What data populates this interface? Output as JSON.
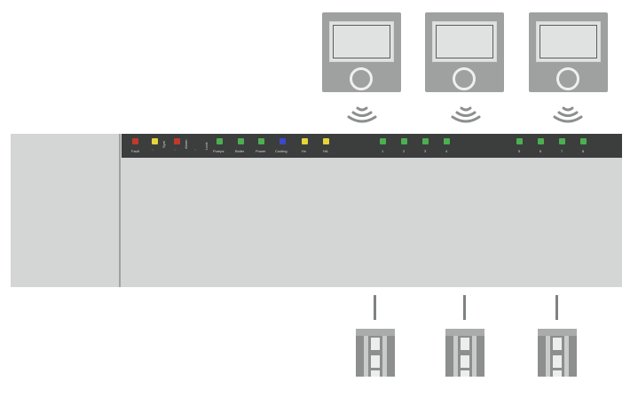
{
  "thermostats": [
    {
      "id": "t1"
    },
    {
      "id": "t2"
    },
    {
      "id": "t3"
    }
  ],
  "controller": {
    "status_leds": [
      {
        "label": "Fault",
        "color": "#c0392b"
      },
      {
        "label": "Syst",
        "color": "#e6d43a"
      },
      {
        "label": "Alarm",
        "color": "#c0392b"
      },
      {
        "label": "Lock",
        "color": "#3b3e3d"
      },
      {
        "label": "Pumps",
        "color": "#4caf50"
      },
      {
        "label": "Boiler",
        "color": "#4caf50"
      },
      {
        "label": "Power",
        "color": "#4caf50"
      },
      {
        "label": "Cooling",
        "color": "#3b49c8"
      },
      {
        "label": "Hx",
        "color": "#e6d43a"
      },
      {
        "label": "HA",
        "color": "#e6d43a"
      }
    ],
    "zone_leds": [
      {
        "label": "1",
        "color": "#4caf50"
      },
      {
        "label": "2",
        "color": "#4caf50"
      },
      {
        "label": "3",
        "color": "#4caf50"
      },
      {
        "label": "4",
        "color": "#4caf50"
      },
      {
        "label": "5",
        "color": "#4caf50"
      },
      {
        "label": "6",
        "color": "#4caf50"
      },
      {
        "label": "7",
        "color": "#4caf50"
      },
      {
        "label": "8",
        "color": "#4caf50"
      }
    ]
  },
  "actuators": [
    {
      "id": "a1"
    },
    {
      "id": "a2"
    },
    {
      "id": "a3"
    }
  ],
  "colors": {
    "device_gray": "#9ea1a0",
    "panel_gray": "#d3d6d5",
    "strip_dark": "#3b3e3d"
  }
}
